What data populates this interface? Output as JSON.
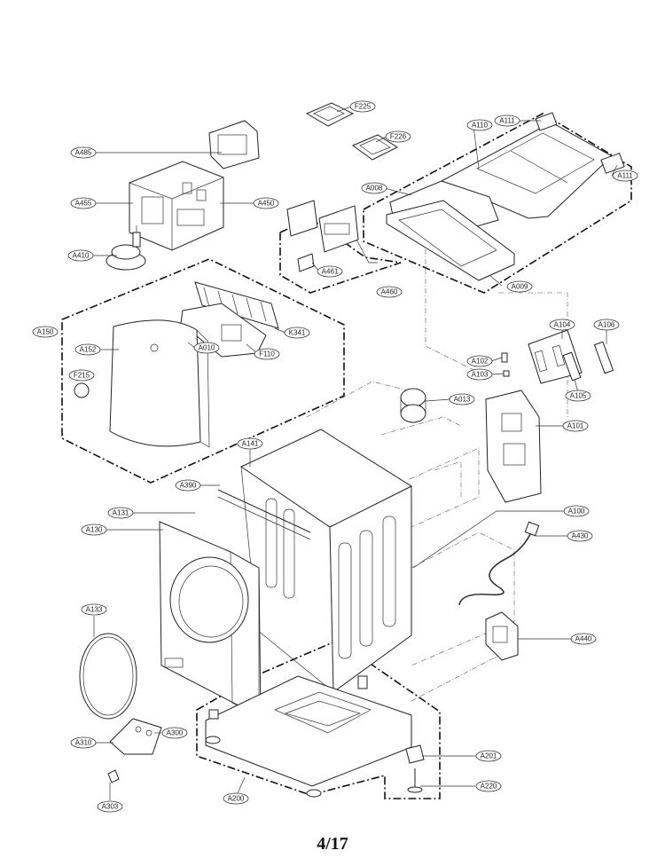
{
  "diagram": {
    "page_number": "4/17",
    "callouts": [
      {
        "id": "a485",
        "label": "A485"
      },
      {
        "id": "f225",
        "label": "F225"
      },
      {
        "id": "f226",
        "label": "F226"
      },
      {
        "id": "a110",
        "label": "A110"
      },
      {
        "id": "a111a",
        "label": "A111"
      },
      {
        "id": "a111b",
        "label": "A111"
      },
      {
        "id": "a455",
        "label": "A455"
      },
      {
        "id": "a450",
        "label": "A450"
      },
      {
        "id": "a008",
        "label": "A008"
      },
      {
        "id": "a410",
        "label": "A410"
      },
      {
        "id": "a461",
        "label": "A461"
      },
      {
        "id": "a460",
        "label": "A460"
      },
      {
        "id": "a009",
        "label": "A009"
      },
      {
        "id": "a150",
        "label": "A150"
      },
      {
        "id": "a152",
        "label": "A152"
      },
      {
        "id": "a010",
        "label": "A010"
      },
      {
        "id": "k341",
        "label": "K341"
      },
      {
        "id": "f110",
        "label": "F110"
      },
      {
        "id": "f215",
        "label": "F215"
      },
      {
        "id": "a104",
        "label": "A104"
      },
      {
        "id": "a106",
        "label": "A106"
      },
      {
        "id": "a102",
        "label": "A102"
      },
      {
        "id": "a103",
        "label": "A103"
      },
      {
        "id": "a105",
        "label": "A105"
      },
      {
        "id": "a013",
        "label": "A013"
      },
      {
        "id": "a101",
        "label": "A101"
      },
      {
        "id": "a141",
        "label": "A141"
      },
      {
        "id": "a390",
        "label": "A390"
      },
      {
        "id": "a131",
        "label": "A131"
      },
      {
        "id": "a100",
        "label": "A100"
      },
      {
        "id": "a130",
        "label": "A130"
      },
      {
        "id": "a430",
        "label": "A430"
      },
      {
        "id": "a133",
        "label": "A133"
      },
      {
        "id": "a440",
        "label": "A440"
      },
      {
        "id": "a310",
        "label": "A310"
      },
      {
        "id": "a300",
        "label": "A300"
      },
      {
        "id": "a201",
        "label": "A201"
      },
      {
        "id": "a220",
        "label": "A220"
      },
      {
        "id": "a303",
        "label": "A303"
      },
      {
        "id": "a200",
        "label": "A200"
      }
    ]
  }
}
